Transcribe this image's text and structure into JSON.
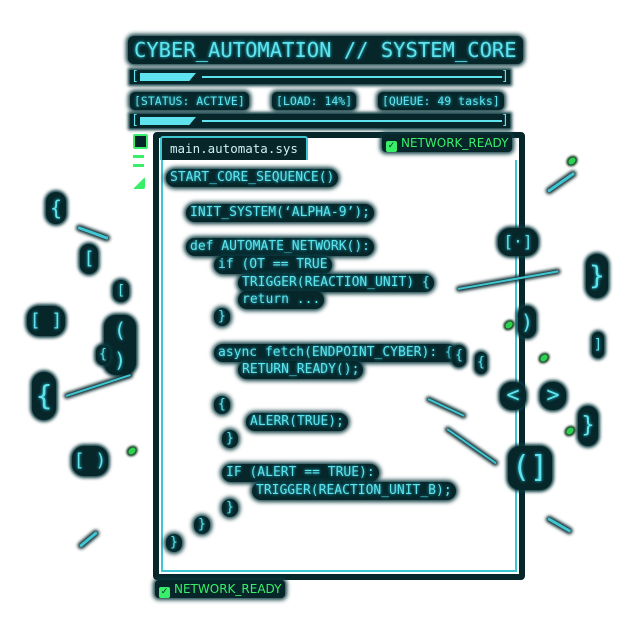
{
  "header": {
    "title": "CYBER_AUTOMATION // SYSTEM_CORE",
    "status": "[STATUS: ACTIVE]",
    "load": "[LOAD: 14%]",
    "queue": "[QUEUE: 49 tasks]",
    "load_percent": 14
  },
  "editor": {
    "tab_label": "main.automata.sys",
    "top_badge": "NETWORK_READY",
    "bottom_badge": "NETWORK_READY",
    "lines": [
      "START_CORE_SEQUENCE()",
      "INIT_SYSTEM(‘ALPHA-9’);",
      "def AUTOMATE_NETWORK():",
      "if (OT == TRUE",
      "TRIGGER(REACTION_UNIT) {",
      "return ...",
      "}",
      "async fetch(ENDPOINT_CYBER): {",
      "RETURN_READY();",
      "{",
      "ALERR(TRUE);",
      "}",
      "IF (ALERT == TRUE):",
      "TRIGGER(REACTION_UNIT_B);",
      "}",
      "}",
      "}"
    ]
  },
  "decor": {
    "symbols": [
      "{",
      "[",
      "[ ]",
      "( )",
      "{",
      "[",
      "{",
      "[ )",
      "[·]",
      "}",
      ")",
      "]",
      "<",
      ">",
      "}",
      "(]",
      "{",
      "{"
    ]
  },
  "colors": {
    "accent": "#5fe3ee",
    "ready": "#39ef6a",
    "background_glow": "#06262a"
  }
}
